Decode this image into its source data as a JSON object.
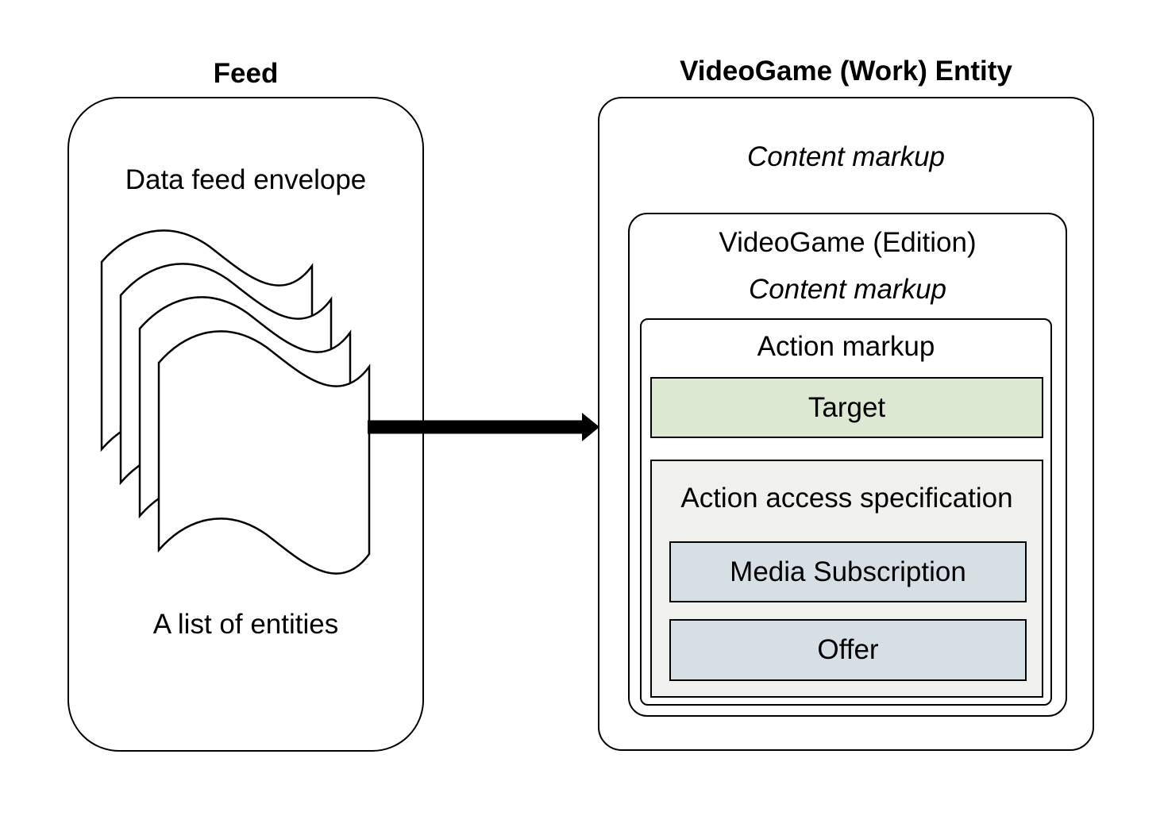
{
  "feed": {
    "title": "Feed",
    "envelope_label": "Data feed envelope",
    "entities_label": "A list of entities"
  },
  "entity": {
    "title": "VideoGame (Work) Entity",
    "content_markup_label": "Content markup",
    "edition": {
      "title": "VideoGame (Edition)",
      "content_markup_label": "Content markup",
      "action": {
        "title": "Action markup",
        "target_label": "Target",
        "access_spec": {
          "title": "Action access specification",
          "items": [
            {
              "label": "Media Subscription"
            },
            {
              "label": "Offer"
            }
          ]
        }
      }
    }
  },
  "colors": {
    "border": "#000000",
    "background": "#ffffff",
    "target_fill": "#dce8d2",
    "access_spec_fill": "#f0f1ef",
    "access_item_fill": "#d6dfe3",
    "arrow": "#000000"
  }
}
